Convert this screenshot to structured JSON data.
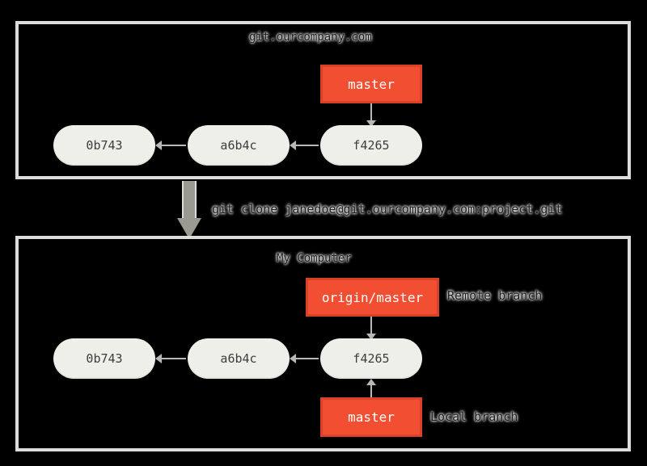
{
  "server": {
    "label": "git.ourcompany.com",
    "branch": "master",
    "commits": [
      "0b743",
      "a6b4c",
      "f4265"
    ]
  },
  "clone": {
    "command": "git clone janedoe@git.ourcompany.com:project.git"
  },
  "computer": {
    "label": "My Computer",
    "remote_branch": "origin/master",
    "remote_branch_caption": "Remote branch",
    "local_branch": "master",
    "local_branch_caption": "Local branch",
    "commits": [
      "0b743",
      "a6b4c",
      "f4265"
    ]
  },
  "colors": {
    "branch": "#f14e32",
    "commit": "#efefea",
    "frame": "#dcdcd8",
    "arrow": "#b9b8b2"
  }
}
